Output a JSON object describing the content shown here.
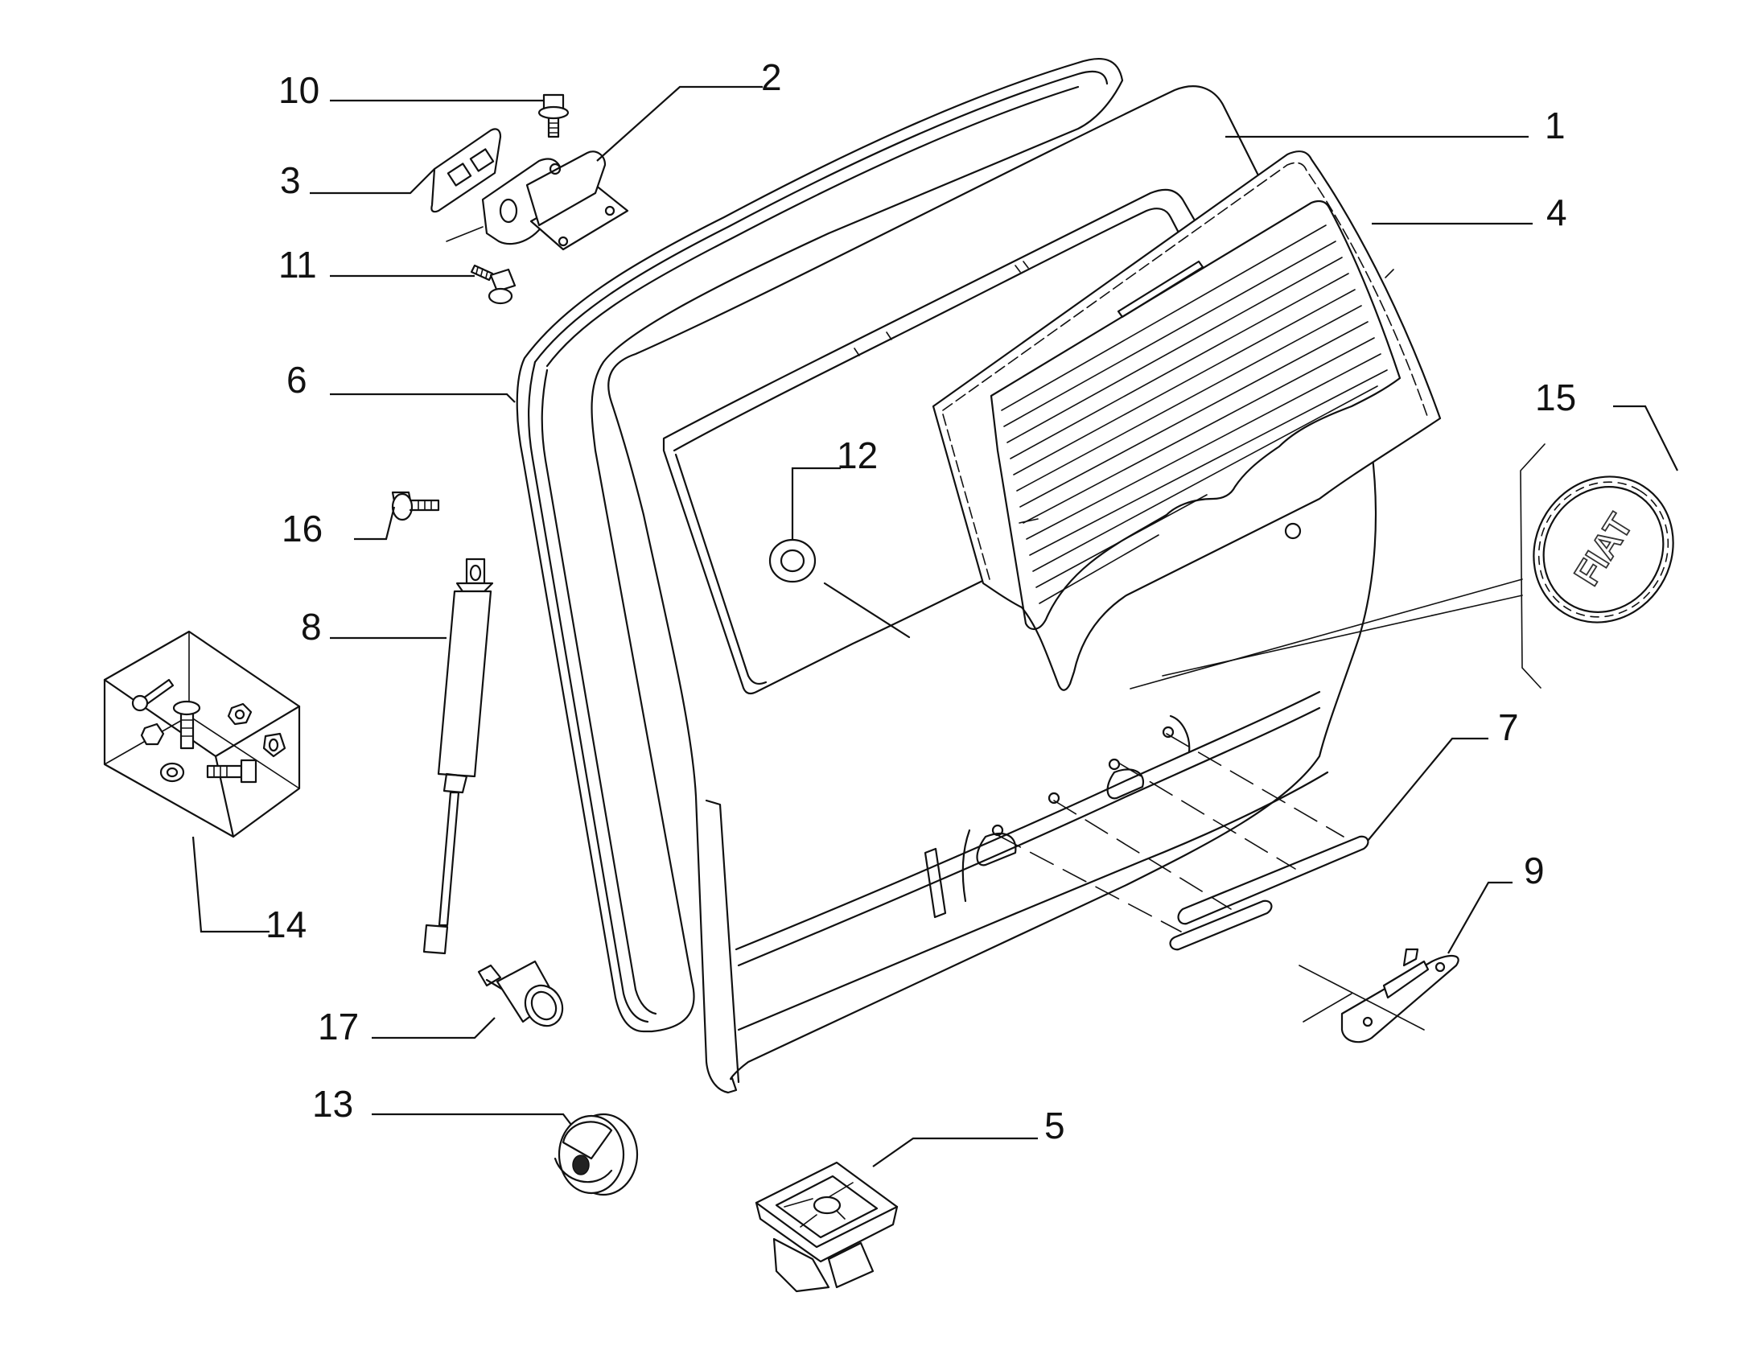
{
  "part_labels": {
    "p1": "1",
    "p2": "2",
    "p3": "3",
    "p4": "4",
    "p5": "5",
    "p6": "6",
    "p7": "7",
    "p8": "8",
    "p9": "9",
    "p10": "10",
    "p11": "11",
    "p12": "12",
    "p13": "13",
    "p14": "14",
    "p15": "15",
    "p16": "16",
    "p17": "17"
  },
  "logo_text": "FIAT"
}
